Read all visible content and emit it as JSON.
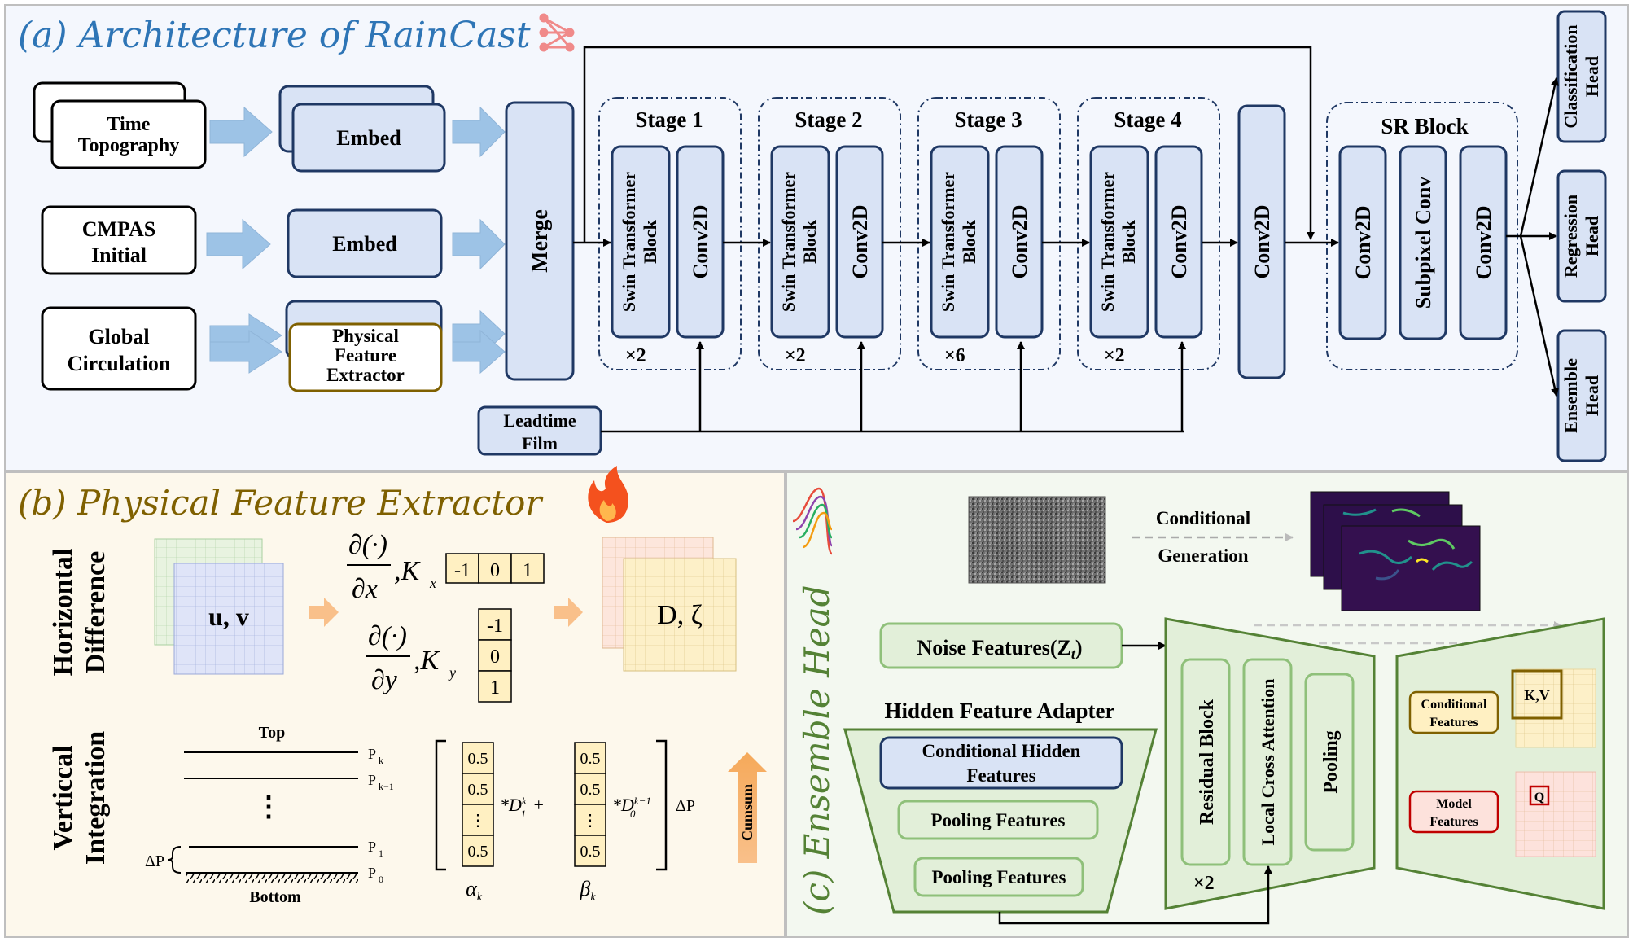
{
  "panel_a": {
    "title": "(a) Architecture of RainCast",
    "inputs": {
      "time_topo_1": "Time",
      "time_topo_2": "Topography",
      "cmpas_1": "CMPAS",
      "cmpas_2": "Initial",
      "global_1": "Global",
      "global_2": "Circulation"
    },
    "embed_top": "Embed",
    "embed_mid": "Embed",
    "pfe_1": "Physical",
    "pfe_2": "Feature",
    "pfe_3": "Extractor",
    "merge": "Merge",
    "stage1": "Stage 1",
    "stage2": "Stage 2",
    "stage3": "Stage 3",
    "stage4": "Stage 4",
    "swin_1": "Swin Transformer",
    "swin_2": "Block",
    "conv2d": "Conv2D",
    "rep1": "×2",
    "rep2": "×2",
    "rep3": "×6",
    "rep4": "×2",
    "sr_block": "SR Block",
    "subpixel": "Subpixel Conv",
    "leadtime_1": "Leadtime",
    "leadtime_2": "Film",
    "cls_1": "Classification",
    "cls_2": "Head",
    "reg_1": "Regression",
    "reg_2": "Head",
    "ens_1": "Ensemble",
    "ens_2": "Head"
  },
  "panel_b": {
    "title": "(b) Physical Feature Extractor",
    "row1_1": "Horizontal",
    "row1_2": "Difference",
    "row2_1": "Verticcal",
    "row2_2": "Integration",
    "uv": "u, v",
    "dz": "D, ζ",
    "kx": [
      "-1",
      "0",
      "1"
    ],
    "ky": [
      "-1",
      "0",
      "1"
    ],
    "top": "Top",
    "bottom": "Bottom",
    "pk": "P",
    "pk_sub": "k",
    "pk1_sub": "k−1",
    "p1_sub": "1",
    "p0_sub": "0",
    "dots": "⋮",
    "dp": "ΔP",
    "alpha_vals": [
      "0.5",
      "0.5",
      "⋮",
      "0.5"
    ],
    "beta_vals": [
      "0.5",
      "0.5",
      "⋮",
      "0.5"
    ],
    "cumsum": "Cumsum"
  },
  "panel_c": {
    "title": "(c) Ensemble Head",
    "cond_gen_1": "Conditional",
    "cond_gen_2": "Generation",
    "noise": "Noise Features(Z",
    "noise_sub": "t",
    "hfa": "Hidden Feature Adapter",
    "chf_1": "Conditional Hidden",
    "chf_2": "Features",
    "pool_feat_1": "Pooling Features",
    "pool_feat_2": "Pooling Features",
    "residual": "Residual Block",
    "lca": "Local Cross Attention",
    "pooling": "Pooling",
    "rep": "×2",
    "cond_feat_1": "Conditional",
    "cond_feat_2": "Features",
    "model_feat_1": "Model",
    "model_feat_2": "Features",
    "kv": "K,V",
    "q": "Q"
  },
  "colors": {
    "panel_a_bg": "#f4f7fd",
    "panel_b_bg": "#fdf8ec",
    "panel_c_bg": "#f3f8f0",
    "block_fill": "#d9e3f5",
    "block_stroke": "#1f3864",
    "arrow_blue": "#9dc3e6",
    "green_fill": "#e2efd9",
    "green_stroke": "#548235",
    "title_blue": "#2e75b6",
    "title_brown": "#7f6000"
  }
}
